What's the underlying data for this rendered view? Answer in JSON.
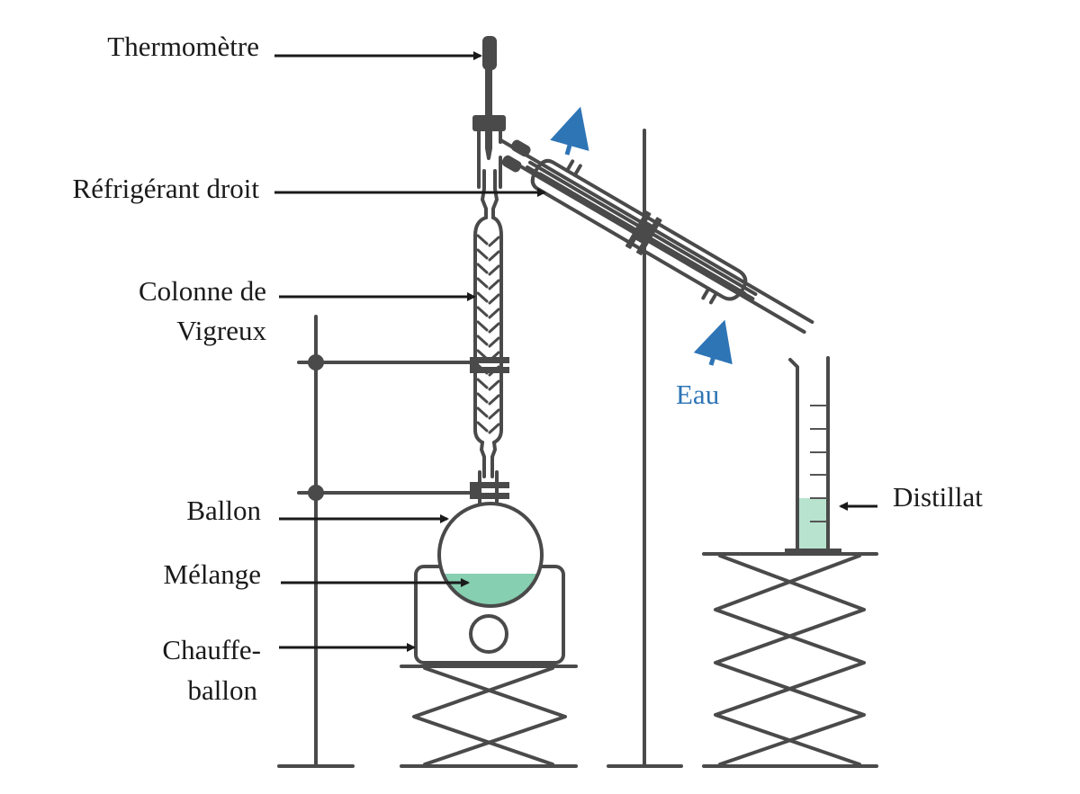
{
  "labels": {
    "thermometer": "Thermomètre",
    "condenser": "Réfrigérant droit",
    "column_line1": "Colonne de",
    "column_line2": "Vigreux",
    "flask": "Ballon",
    "mixture": "Mélange",
    "heater_line1": "Chauffe-",
    "heater_line2": "ballon",
    "distillate": "Distillat",
    "water": "Eau"
  },
  "colors": {
    "equipment": "#4a4a4a",
    "mixture": "#86cfb0",
    "distillate": "#b8e3cf",
    "water_arrow": "#2e75b6",
    "label_arrow": "#1a1a1a"
  }
}
